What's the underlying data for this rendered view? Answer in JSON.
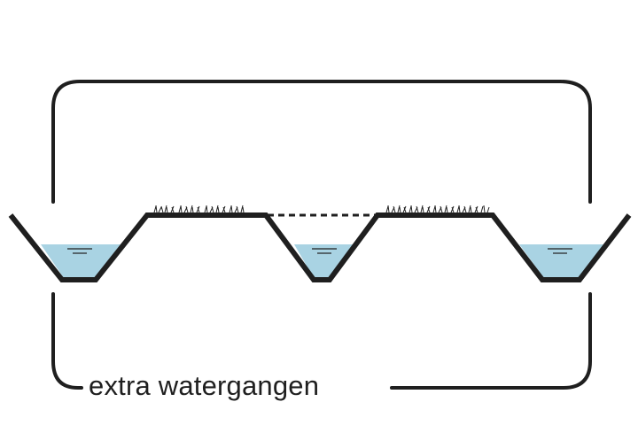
{
  "diagram": {
    "label": "extra watergangen",
    "colors": {
      "line": "#1f1f1f",
      "water": "#a9d3e3",
      "background": "#ffffff"
    },
    "elements": [
      "ditch",
      "ditch",
      "ditch",
      "grass-tufts",
      "grass-tufts",
      "dashed-connection",
      "top-bracket",
      "bottom-bracket"
    ]
  }
}
